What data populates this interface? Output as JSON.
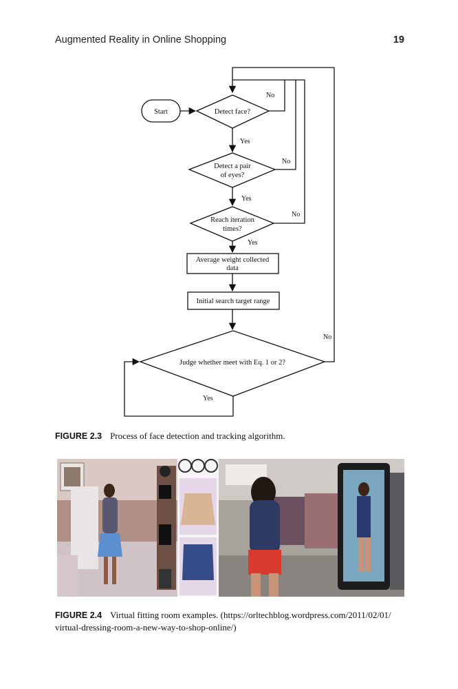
{
  "header": {
    "running_title": "Augmented Reality in Online Shopping",
    "page_number": "19"
  },
  "flowchart": {
    "start": "Start",
    "detect_face": "Detect face?",
    "detect_eyes_line1": "Detect a pair",
    "detect_eyes_line2": "of eyes?",
    "reach_iter_line1": "Reach iteration",
    "reach_iter_line2": "times?",
    "average_line1": "Average weight collected",
    "average_line2": "data",
    "initial_search": "Initial search target range",
    "judge": "Judge whether meet with Eq. 1 or 2?",
    "yes": "Yes",
    "no": "No"
  },
  "figure_2_3": {
    "label": "FIGURE 2.3",
    "caption": "Process of face detection and tracking algorithm."
  },
  "figure_2_4": {
    "label": "FIGURE 2.4",
    "caption": "Virtual fitting room examples. (https://orltechblog.wordpress.com/2011/02/01/ virtual-dressing-room-a-new-way-to-shop-online/)"
  },
  "colors": {
    "ink": "#111111",
    "skirt_blue": "#5b8fd0",
    "shorts_red": "#d93a2e",
    "store_floor": "#8a8480"
  }
}
